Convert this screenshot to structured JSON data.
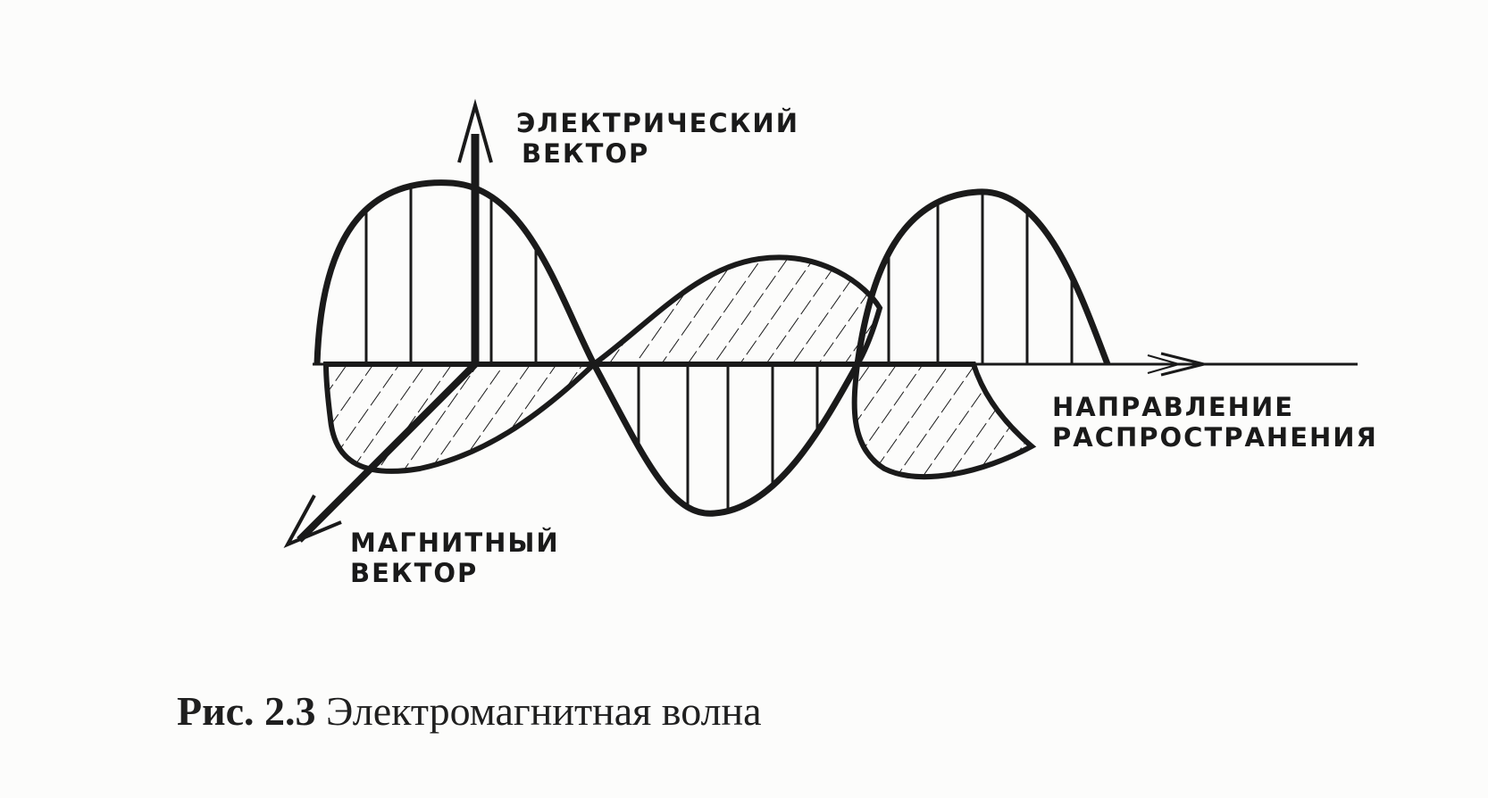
{
  "labels": {
    "electric_line1": "ЭЛЕКТРИЧЕСКИЙ",
    "electric_line2": "ВЕКТОР",
    "magnetic_line1": "МАГНИТНЫЙ",
    "magnetic_line2": "ВЕКТОР",
    "direction_line1": "НАПРАВЛЕНИЕ",
    "direction_line2": "РАСПРОСТРАНЕНИЯ"
  },
  "caption": {
    "number": "Рис. 2.3",
    "text": "Электромагнитная волна"
  },
  "colors": {
    "ink": "#1a1a1a",
    "paper": "#fcfcfb"
  }
}
